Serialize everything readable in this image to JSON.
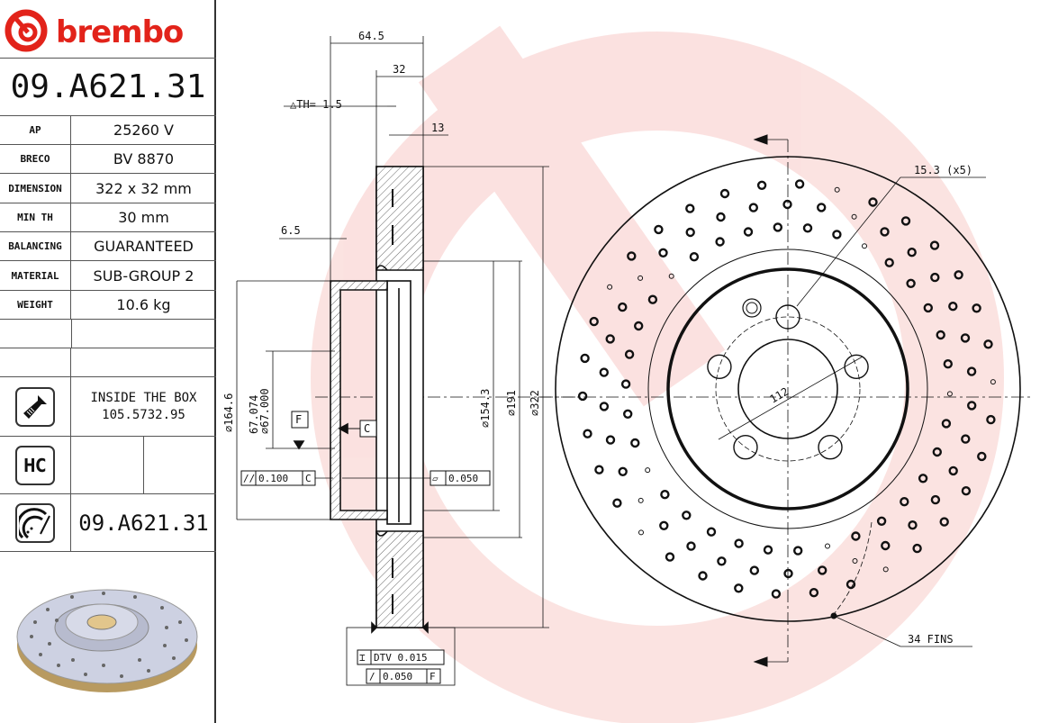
{
  "brand": {
    "logo_text": "brembo",
    "color": "#e2231a"
  },
  "part_number": "09.A621.31",
  "specs": [
    {
      "label": "AP",
      "value": "25260 V"
    },
    {
      "label": "BRECO",
      "value": "BV 8870"
    },
    {
      "label": "DIMENSION",
      "value": "322 x 32 mm"
    },
    {
      "label": "MIN TH",
      "value": "30 mm"
    },
    {
      "label": "BALANCING",
      "value": "GUARANTEED"
    },
    {
      "label": "MATERIAL",
      "value": "SUB-GROUP 2"
    },
    {
      "label": "WEIGHT",
      "value": "10.6 kg"
    }
  ],
  "inside_box": {
    "icon": "screw-icon",
    "line1": "INSIDE THE BOX",
    "line2": "105.5732.95"
  },
  "hc": {
    "icon": "hc-badge-icon",
    "text": "HC"
  },
  "coated": {
    "icon": "brake-disc-icon",
    "part_number": "09.A621.31"
  },
  "section": {
    "dim_overall_width": "64.5",
    "dim_thickness": "32",
    "dim_th": "△TH= 1.5",
    "dim_13": "13",
    "dim_6_5": "6.5",
    "dim_164_6": "⌀164.6",
    "dim_67_max": "67.074",
    "dim_67_min": "⌀67.000",
    "datum_f": "F",
    "datum_c": "C",
    "dim_154_3": "⌀154.3",
    "dim_191": "⌀191",
    "dim_322": "⌀322",
    "parallelism": {
      "symbol": "//",
      "value": "0.100",
      "datum": "C"
    },
    "flatness": {
      "symbol": "▱",
      "value": "0.050"
    },
    "dtv": {
      "symbol": "⌶",
      "value": "DTV 0.015"
    },
    "runout": {
      "symbol": "/",
      "value": "0.050",
      "datum": "F"
    }
  },
  "front": {
    "bolt_hole_callout": "15.3 (x5)",
    "pcd": "112",
    "fins": "34 FINS"
  }
}
